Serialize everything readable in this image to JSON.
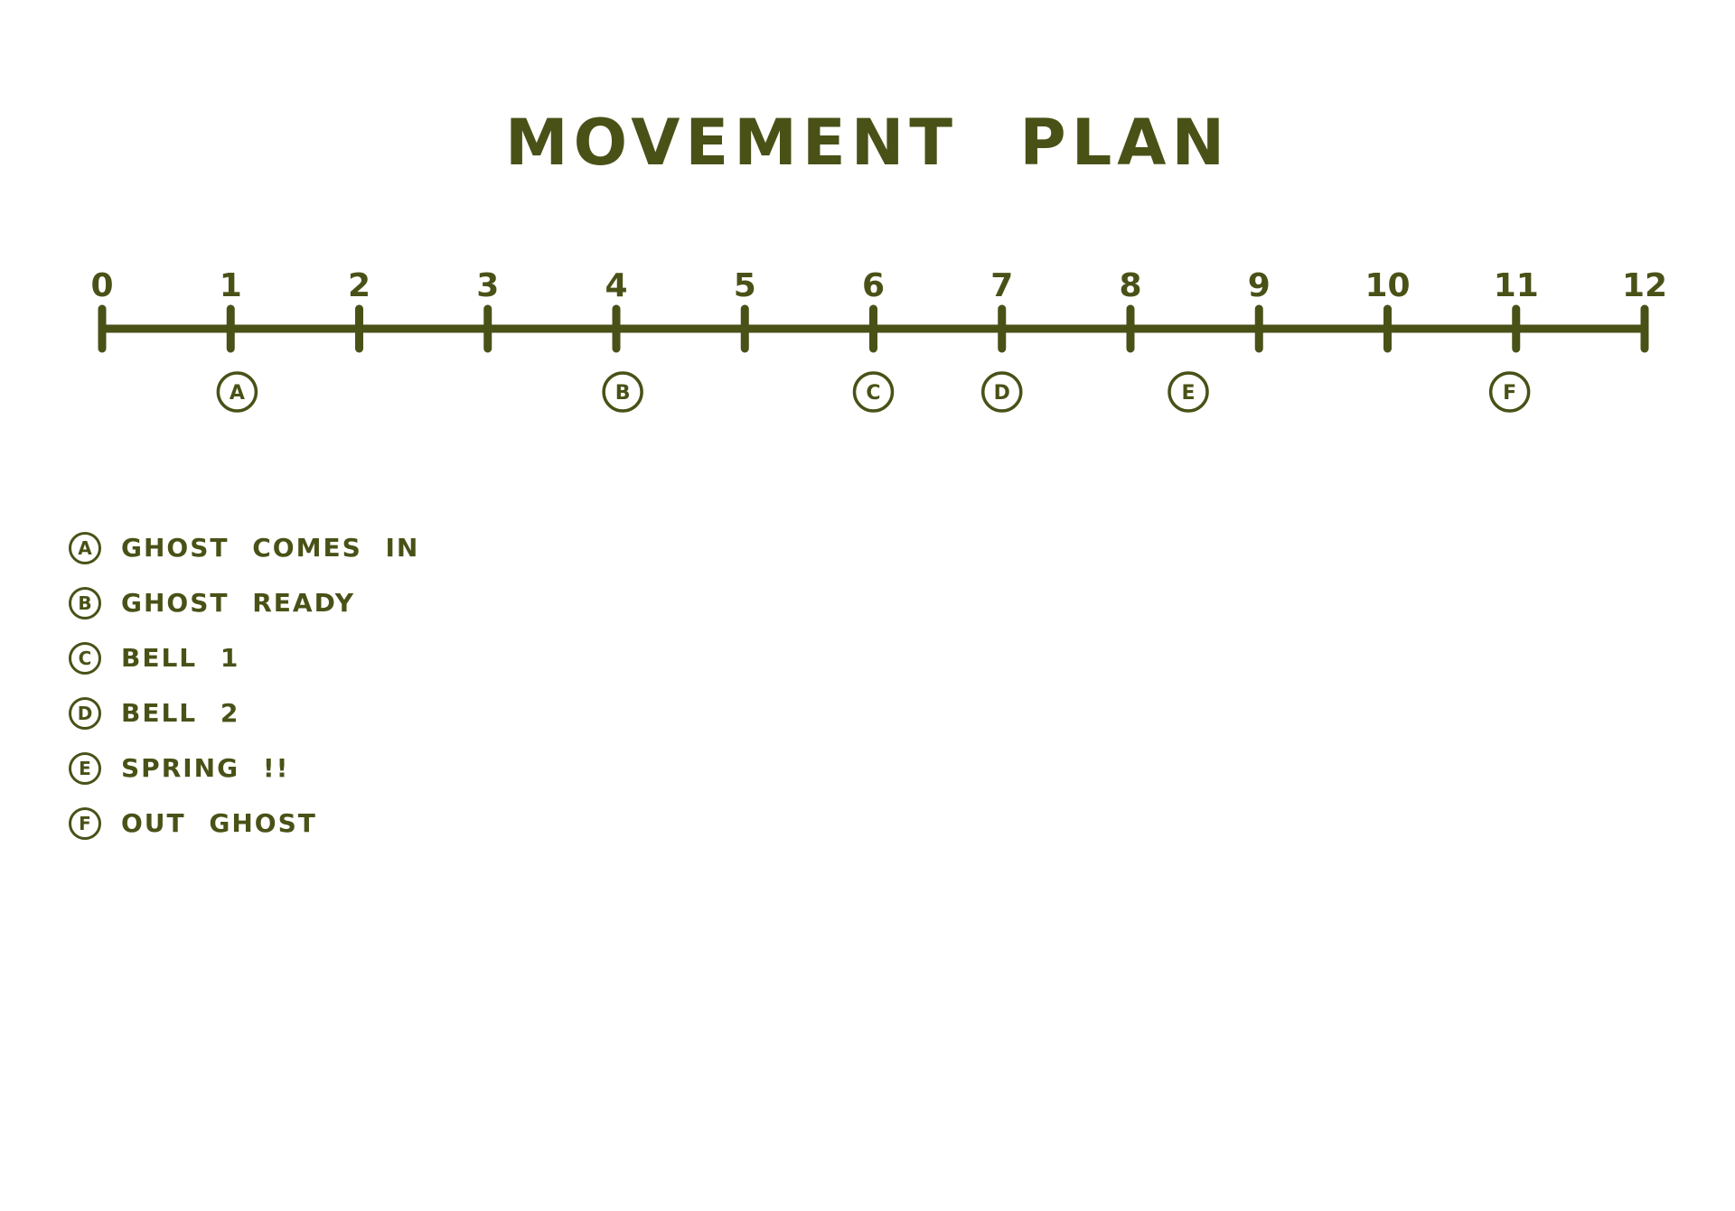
{
  "title": "MOVEMENT PLAN",
  "colors": {
    "ink": "#4a5117",
    "background": "#ffffff"
  },
  "timeline": {
    "min": 0,
    "max": 12,
    "ticks": [
      0,
      1,
      2,
      3,
      4,
      5,
      6,
      7,
      8,
      9,
      10,
      11,
      12
    ],
    "tick_labels": [
      "0",
      "1",
      "2",
      "3",
      "4",
      "5",
      "6",
      "7",
      "8",
      "9",
      "10",
      "11",
      "12"
    ],
    "markers": [
      {
        "label": "A",
        "position": 1.05
      },
      {
        "label": "B",
        "position": 4.05
      },
      {
        "label": "C",
        "position": 6.0
      },
      {
        "label": "D",
        "position": 7.0
      },
      {
        "label": "E",
        "position": 8.45
      },
      {
        "label": "F",
        "position": 10.95
      }
    ]
  },
  "legend": [
    {
      "marker": "A",
      "text": "GHOST COMES IN"
    },
    {
      "marker": "B",
      "text": "GHOST READY"
    },
    {
      "marker": "C",
      "text": "BELL 1"
    },
    {
      "marker": "D",
      "text": "BELL 2"
    },
    {
      "marker": "E",
      "text": "SPRING !!"
    },
    {
      "marker": "F",
      "text": "OUT GHOST"
    }
  ]
}
